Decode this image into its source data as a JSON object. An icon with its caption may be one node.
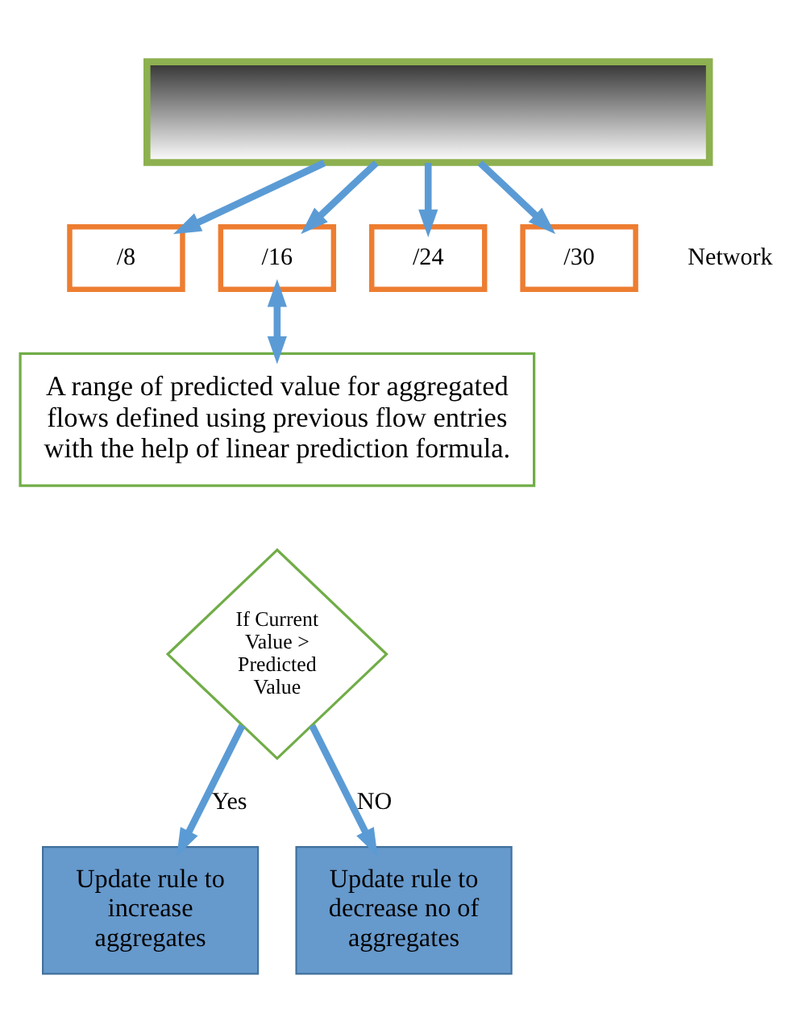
{
  "diagram": {
    "nodes": [
      {
        "text": [],
        "shape": "box"
      },
      {
        "text": [
          "/8"
        ]
      },
      {
        "text": [
          "/16"
        ]
      },
      {
        "text": [
          "/24"
        ]
      },
      {
        "text": [
          "/30"
        ]
      },
      {
        "text": [
          "A range of predicted value for aggregated flows defined using previous flow entries with the help of linear prediction formula."
        ]
      },
      {
        "text": [
          "If Current Value > Predicted Value"
        ]
      },
      {
        "text": [
          "Update rule to increase aggregates"
        ]
      },
      {
        "text": [
          "Update rule to decrease no of aggregates"
        ]
      }
    ],
    "edges": [
      {
        "from": 0,
        "to": 1,
        "arrow": "to"
      },
      {
        "from": 0,
        "to": 2,
        "arrow": "to"
      },
      {
        "from": 0,
        "to": 3,
        "arrow": "to"
      },
      {
        "from": 0,
        "to": 4,
        "arrow": "to"
      },
      {
        "from": 2,
        "to": 5,
        "arrow": "both"
      },
      {
        "from": 6,
        "to": 7,
        "arrow": "to",
        "label": "Yes"
      },
      {
        "from": 6,
        "to": 8,
        "arrow": "to",
        "label": "NO"
      }
    ],
    "labels": [
      "Network"
    ]
  }
}
